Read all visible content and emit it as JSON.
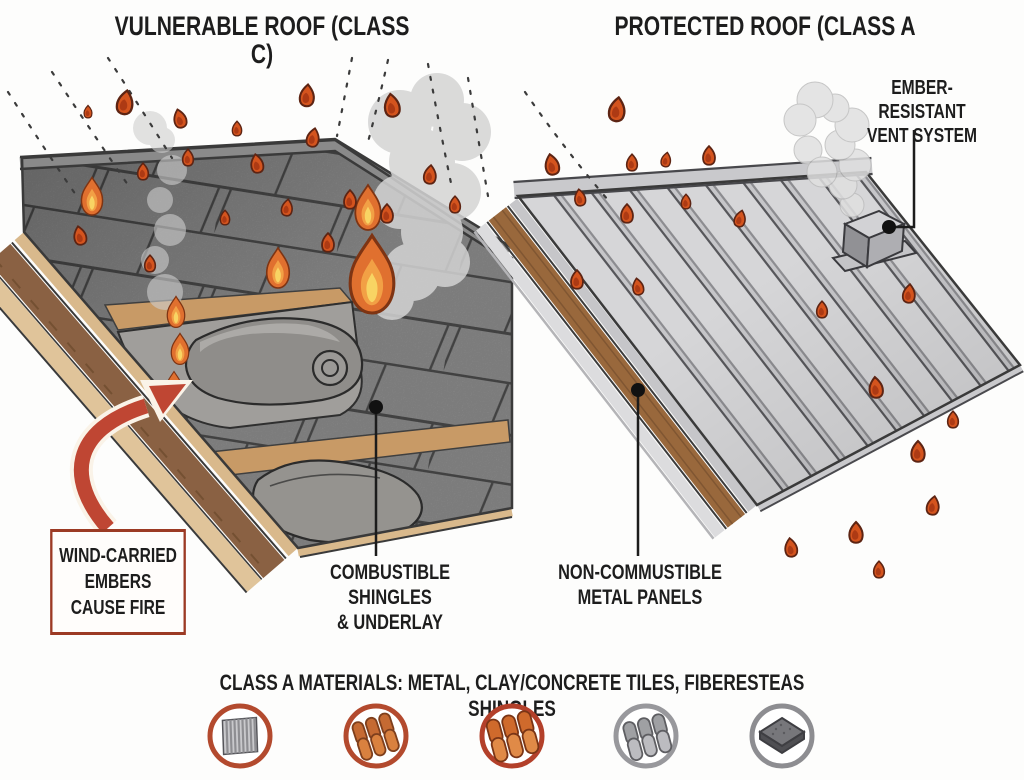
{
  "left_panel": {
    "title": "VULNERABLE ROOF (CLASS C)",
    "callout": {
      "line1": "WIND-CARRIED",
      "line2": "EMBERS",
      "line3": "CAUSE FIRE"
    },
    "shingles_label": {
      "line1": "COMBUSTIBLE SHINGLES",
      "line2": "& UNDERLAY"
    }
  },
  "right_panel": {
    "title": "PROTECTED ROOF (CLASS A",
    "vent_label": {
      "line1": "EMBER-RESISTANT",
      "line2": "VENT SYSTEM"
    },
    "panels_label": {
      "line1": "NON-COMMUSTIBLE",
      "line2": "METAL PANELS"
    }
  },
  "footer": {
    "caption": "CLASS A MATERIALS: METAL, CLAY/CONCRETE TILES, FIBERESTEAS SHINGLES",
    "icons": [
      {
        "name": "corrugated-metal-icon",
        "ring": "#b34a2e"
      },
      {
        "name": "clay-barrel-tiles-icon",
        "ring": "#b34a2e"
      },
      {
        "name": "clay-roman-tiles-icon",
        "ring": "#b3402a"
      },
      {
        "name": "concrete-s-tiles-icon",
        "ring": "#98989c"
      },
      {
        "name": "fiberglass-shingle-icon",
        "ring": "#8d8d91"
      }
    ]
  },
  "colors": {
    "ember": "#d4541e",
    "flame_outer": "#e0702f",
    "flame_core": "#f8d463",
    "arrow_red": "#bf4633",
    "callout_border": "#9c3a24",
    "shingle_gray": "#949494",
    "metal_gray": "#d6d6d8",
    "wood_brown": "#99683c",
    "smoke": "#d6d6d6",
    "text": "#1d1d1d"
  }
}
